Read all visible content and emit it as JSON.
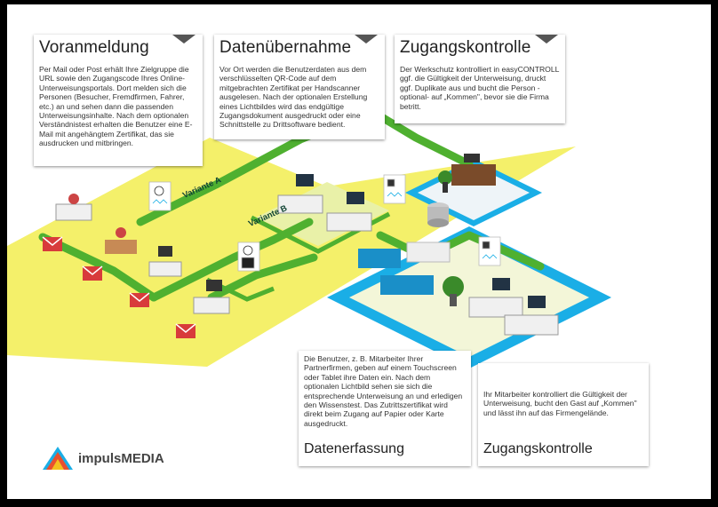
{
  "cards": {
    "voranmeldung": {
      "title": "Voranmeldung",
      "body": "Per Mail oder Post erhält Ihre Zielgruppe die URL sowie den Zugangscode Ihres Online-Unterweisungsportals. Dort melden sich die Personen (Besucher, Fremdfirmen, Fahrer, etc.) an und sehen dann die passenden Unterweisungsinhalte. Nach dem optionalen Verständnistest erhalten die Benutzer eine E-Mail mit angehängtem Zertifikat, das sie ausdrucken und mitbringen."
    },
    "datenuebernahme": {
      "title": "Datenübernahme",
      "body": "Vor Ort werden die Benutzerdaten aus dem verschlüsselten QR-Code auf dem mitgebrachten Zertifikat per Handscanner ausgelesen. Nach der optionalen Erstellung eines Lichtbildes wird das endgültige Zugangsdokument ausgedruckt oder eine Schnittstelle zu Drittsoftware bedient."
    },
    "zugangskontrolle_top": {
      "title": "Zugangskontrolle",
      "body": "Der Werkschutz kontrolliert in easyCONTROLL ggf. die Gültigkeit der Unterweisung, druckt ggf. Duplikate aus und bucht die Person -optional- auf „Kommen\", bevor sie die Firma betritt."
    },
    "datenerfassung": {
      "title": "Datenerfassung",
      "body": "Die Benutzer, z. B. Mitarbeiter Ihrer Partnerfirmen, geben auf einem Touchscreen oder Tablet ihre Daten ein. Nach dem optionalen Lichtbild sehen sie sich die entsprechende Unterweisung an und erledigen den Wissenstest. Das Zutrittszertifikat wird direkt beim Zugang auf Papier oder Karte ausgedruckt."
    },
    "zugangskontrolle_bottom": {
      "title": "Zugangskontrolle",
      "body": "Ihr Mitarbeiter kontrolliert die Gültigkeit der Unterweisung, bucht den Gast auf „Kommen\" und lässt ihn auf das Firmengelände."
    }
  },
  "labels": {
    "variante_a": "Variante A",
    "variante_b": "Variante B"
  },
  "logo": {
    "text": "impulsMEDIA"
  },
  "colors": {
    "yellow": "#f4f06a",
    "green": "#4fb030",
    "blue": "#1aaee6",
    "dark_header_mark": "#555555"
  }
}
